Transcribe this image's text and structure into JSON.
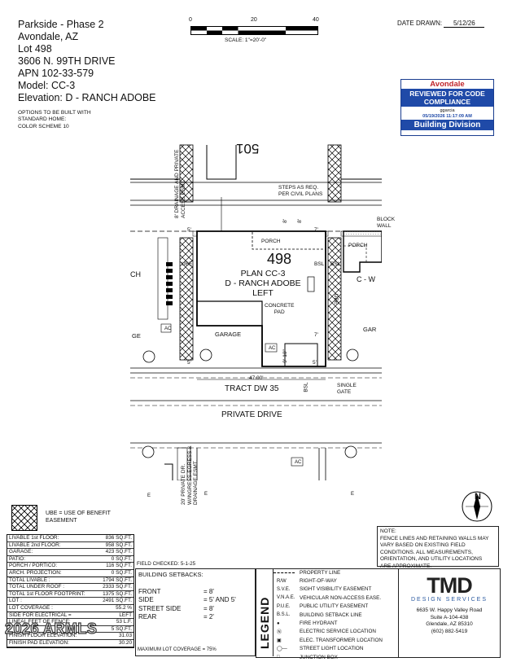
{
  "project": {
    "subdivision": "Parkside - Phase 2",
    "city": "Avondale, AZ",
    "lot": "Lot 498",
    "address": "3606 N. 99TH DRIVE",
    "apn": "APN  102-33-579",
    "model": "Model: CC-3",
    "elevation": "Elevation: D - RANCH ADOBE",
    "options": [
      "OPTIONS TO BE BUILT WITH",
      "STANDARD HOME:",
      "COLOR SCHEME 10"
    ]
  },
  "scale_bar": {
    "ticks": [
      "0",
      "20",
      "40"
    ],
    "label": "SCALE:  1\"=20'-0\""
  },
  "date": {
    "label": "DATE  DRAWN:",
    "value": "5/12/26"
  },
  "stamp": {
    "org": "Avondale",
    "line1": "REVIEWED FOR CODE",
    "line2": "COMPLIANCE",
    "reviewer": "ggarcia",
    "datetime": "05/19/2026     11:17:09 AM",
    "division": "Building Division",
    "colors": {
      "blue": "#1f4aa8",
      "red": "#c0262b"
    }
  },
  "plan": {
    "lot_number": "498",
    "plan_name": "PLAN CC-3",
    "elevation": "D - RANCH ADOBE",
    "handing": "LEFT",
    "neighbor_lot": "501",
    "labels": {
      "drainage_esmt": "8' DRAINAGE AND PRIVATE ACCESS ESMT.",
      "steps": [
        "STEPS AS REQ.",
        "PER CIVIL PLANS"
      ],
      "block_wall": [
        "BLOCK",
        "WALL"
      ],
      "porch": "PORCH",
      "porch2": "PORCH",
      "ube1": "UBE",
      "ube2": "UBE",
      "bsl1": "BSL",
      "bsl2": "BSL",
      "bsl3": "BSL",
      "concrete_pad": [
        "CONCRETE",
        "PAD"
      ],
      "garage": "GARAGE",
      "garage_right": "GAR",
      "left_partial": "CH",
      "left_partial2": "GE",
      "right_partial": "C - W",
      "ac1": "AC",
      "ac2": "AC",
      "ac3": "AC",
      "tract": "TRACT DW 35",
      "width": "47.00'",
      "single_gate": [
        "SINGLE",
        "GATE"
      ],
      "private_drive": "PRIVATE DRIVE",
      "private_dr_esmt": [
        "20' PRIVATE DR.",
        "W/INGRESS-EGRESS &",
        "DRAINAGE ESMT."
      ],
      "dim_8a": "8'",
      "dim_8b": "8'",
      "dim_7a": "7'",
      "dim_7b": "7'",
      "dim_5a": "5'",
      "dim_5b": "5'",
      "dim_5c": "5'",
      "dim_910": "9'-10\"",
      "e_marker": "E"
    }
  },
  "ube_note": "UBE = USE OF BENEFIT EASEMENT",
  "stats": [
    [
      "LIVABLE 1st FLOOR:",
      "836 SQ.FT."
    ],
    [
      "LIVABLE 2nd FLOOR:",
      "958 SQ.FT."
    ],
    [
      "GARAGE:",
      "423 SQ.FT."
    ],
    [
      "PATIO:",
      "0 SQ.FT."
    ],
    [
      "PORCH / PORTICO:",
      "116 SQ.FT."
    ],
    [
      "ARCH. PROJECTION:",
      "0 SQ.FT."
    ],
    [
      "TOTAL LIVABLE :",
      "1794 SQ.FT."
    ],
    [
      "TOTAL UNDER ROOF :",
      "2333 SQ.FT."
    ],
    [
      "TOTAL 1st FLOOR FOOTPRINT:",
      "1375 SQ.FT."
    ],
    [
      "LOT :",
      "2491 SQ.FT."
    ],
    [
      "LOT COVERAGE :",
      "55.2 %"
    ],
    [
      "SIDE FOR ELECTRICAL =",
      "LEFT"
    ],
    [
      "LINEAL FEET OF FENCE:",
      "53 L.F."
    ],
    [
      "",
      "5 SQ.FT."
    ],
    [
      "FINISH FLOOR ELEVATION:",
      "31.03"
    ],
    [
      "FINISH PAD ELEVATION:",
      "30.20"
    ]
  ],
  "watermark": "2026 ARMLS",
  "field_checked": "FIELD CHECKED: 5-1-25",
  "setbacks": {
    "title": "BUILDING SETBACKS:",
    "rows": [
      [
        "FRONT",
        "= 8'"
      ],
      [
        "SIDE",
        "= 5' AND 5'"
      ],
      [
        "STREET SIDE",
        "= 8'"
      ],
      [
        "REAR",
        "= 2'"
      ]
    ],
    "max_coverage": "MAXIMUM LOT COVERAGE = 75%"
  },
  "legend": {
    "title": "LEGEND",
    "items": [
      [
        "",
        "PROPERTY LINE"
      ],
      [
        "R/W",
        "RIGHT-OF-WAY"
      ],
      [
        "S.V.E.",
        "SIGHT VISIBILITY EASEMENT"
      ],
      [
        "V.N.A.E.",
        "VEHICULAR NON-ACCESS EASE."
      ],
      [
        "P.U.E.",
        "PUBLIC UTILITY EASEMENT"
      ],
      [
        "B.S.L.",
        "BUILDING SETBACK LINE"
      ],
      [
        "",
        "FIRE HYDRANT"
      ],
      [
        "",
        "ELECTRIC SERVICE LOCATION"
      ],
      [
        "",
        "ELEC. TRANSFORMER LOCATION"
      ],
      [
        "",
        "STREET LIGHT LOCATION"
      ],
      [
        "",
        "JUNCTION BOX"
      ]
    ]
  },
  "note": {
    "title": "NOTE:",
    "lines": [
      "FENCE LINES AND RETAINING WALLS MAY",
      "VARY BASED ON EXISTING FIELD",
      "CONDITIONS.  ALL MEASUREMENTS,",
      "ORIENTATION, AND UTILITY LOCATIONS",
      "ARE APPROXIMATE."
    ]
  },
  "north": "N",
  "firm": {
    "logo": "TMD",
    "name": "DESIGN SERVICES",
    "address": [
      "6635 W. Happy Valley Road",
      "Suite A-104-438",
      "Glendale, AZ 85310",
      "(602) 882-5419"
    ]
  }
}
